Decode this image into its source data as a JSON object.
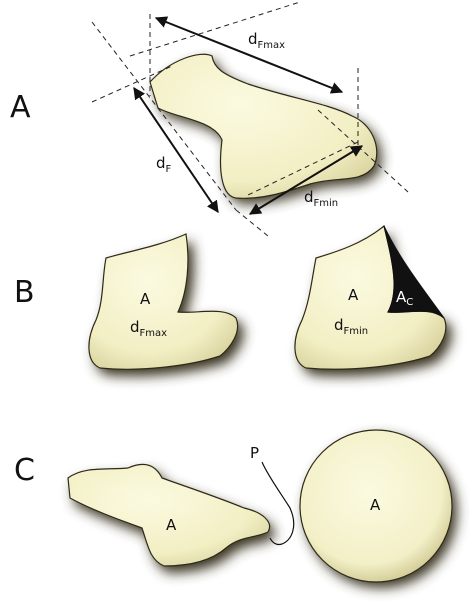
{
  "panels": {
    "a": {
      "label": "A"
    },
    "b": {
      "label": "B"
    },
    "c": {
      "label": "C"
    }
  },
  "annotations": {
    "a_dfmax_main": "d",
    "a_dfmax_sub": "Fmax",
    "a_df_main": "d",
    "a_df_sub": "F",
    "a_dfmin_main": "d",
    "a_dfmin_sub": "Fmin",
    "b_left_area": "A",
    "b_left_d_main": "d",
    "b_left_d_sub": "Fmax",
    "b_right_area": "A",
    "b_right_d_main": "d",
    "b_right_d_sub": "Fmin",
    "b_right_concave_main": "A",
    "b_right_concave_sub": "C",
    "c_left_area": "A",
    "c_perimeter": "P",
    "c_circle_area": "A"
  },
  "colors": {
    "particle_fill": "#f6f4cc",
    "particle_shadow": "#3c3520",
    "concave_region": "#111111",
    "background": "#ffffff"
  }
}
